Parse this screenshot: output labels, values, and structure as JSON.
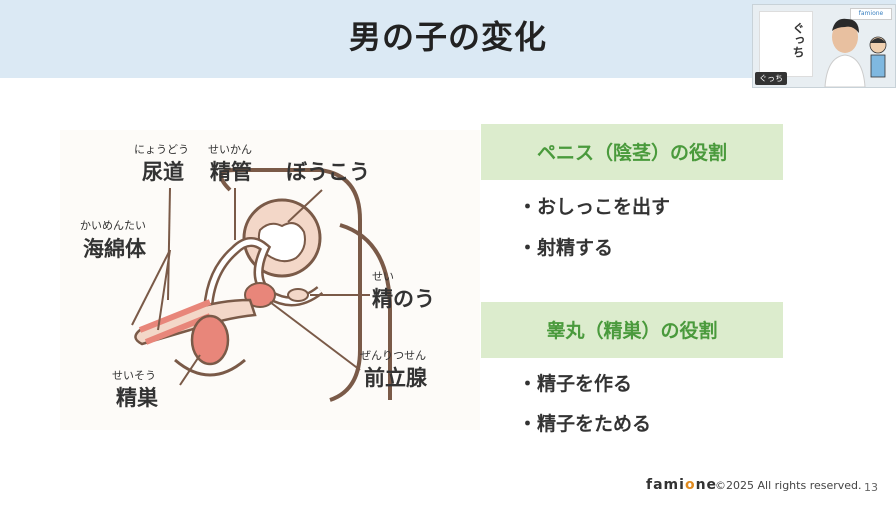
{
  "slide": {
    "title": "男の子の変化",
    "page_number": "13"
  },
  "diagram": {
    "labels": [
      {
        "key": "urethra",
        "text": "尿道",
        "ruby": "にょうどう"
      },
      {
        "key": "vas",
        "text": "精管",
        "ruby": "せいかん"
      },
      {
        "key": "bladder",
        "text": "ぼうこう",
        "ruby": ""
      },
      {
        "key": "spongy",
        "text": "海綿体",
        "ruby": "かいめんたい"
      },
      {
        "key": "vesicle",
        "text": "精のう",
        "ruby": "せい"
      },
      {
        "key": "prostate",
        "text": "前立腺",
        "ruby": "ぜんりつせん"
      },
      {
        "key": "testis",
        "text": "精巣",
        "ruby": "せいそう"
      }
    ]
  },
  "roles": [
    {
      "title": "ペニス（陰茎）の役割",
      "items": [
        "・おしっこを出す",
        "・射精する"
      ]
    },
    {
      "title": "睾丸（精巣）の役割",
      "items": [
        "・精子を作る",
        "・精子をためる"
      ]
    }
  ],
  "footer": {
    "brand_a": "fami",
    "brand_o": "o",
    "brand_b": "ne",
    "copyright": "©2025 All rights reserved."
  },
  "video": {
    "name_tag": "ぐっち",
    "book_text": "ぐっち",
    "banner": "famione"
  },
  "colors": {
    "title_bar": "#dbe9f4",
    "role_box": "#dceccd",
    "role_title": "#4a9a3c",
    "organ_fill": "#f3d7c8",
    "organ_pink": "#e8867a",
    "outline": "#7a5a48"
  }
}
